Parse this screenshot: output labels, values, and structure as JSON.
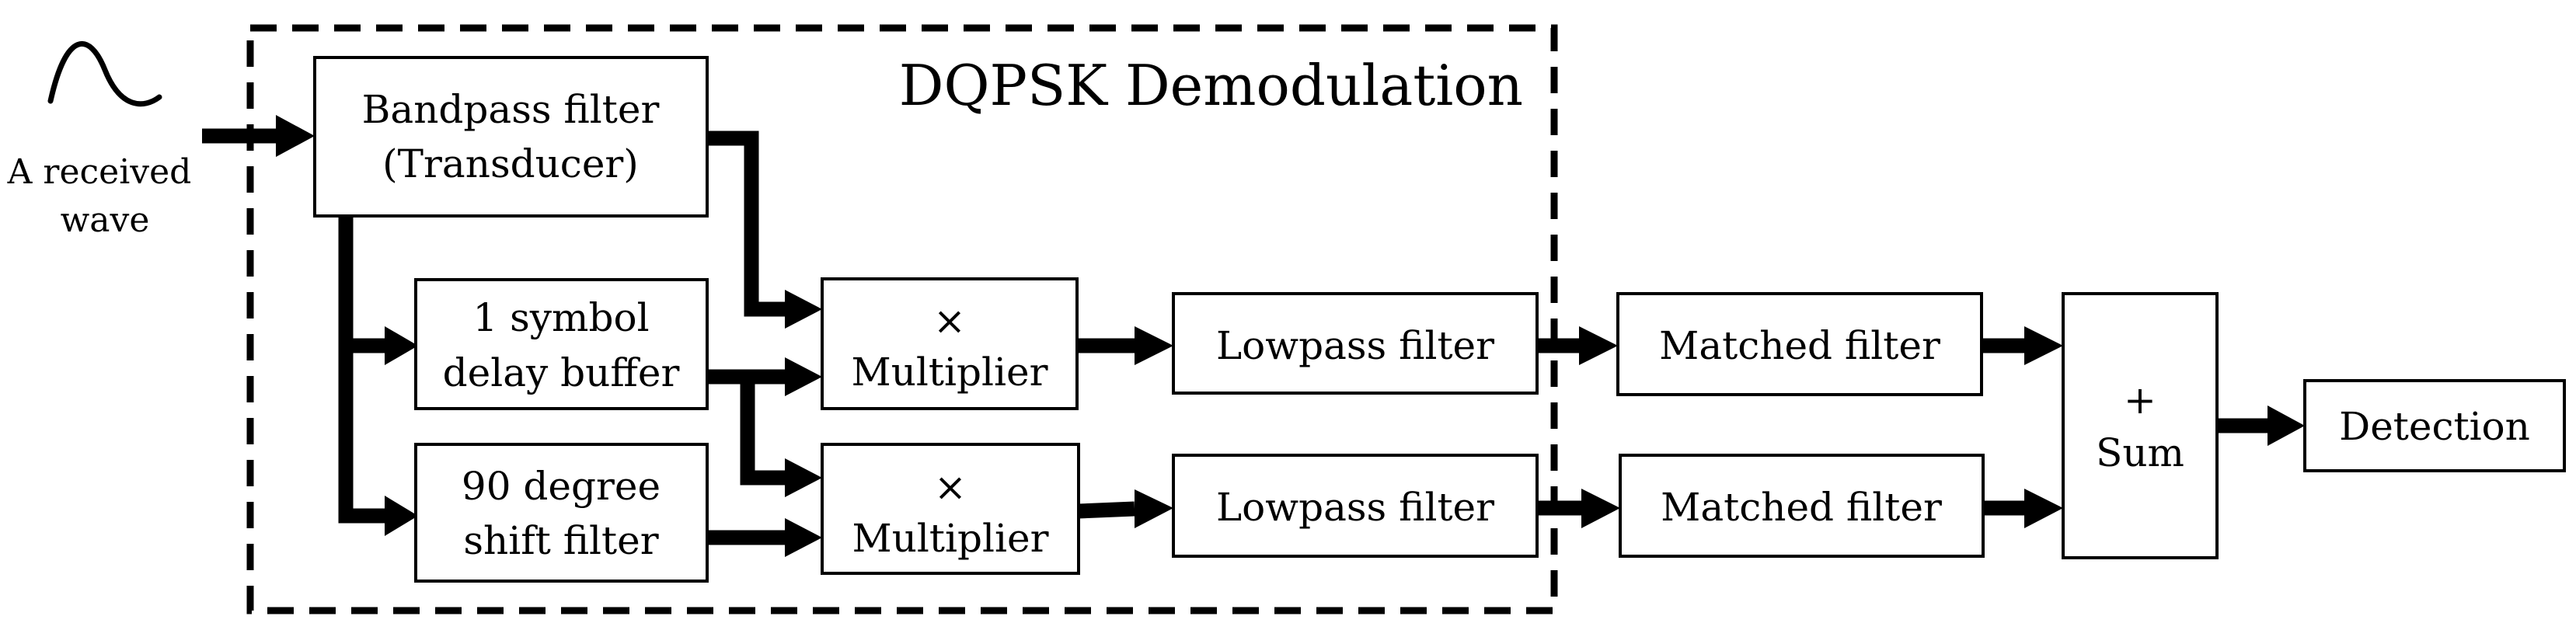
{
  "diagram": {
    "title": "DQPSK Demodulation",
    "input_label": [
      "A received",
      "wave"
    ],
    "boxes": {
      "bandpass": [
        "Bandpass filter",
        "(Transducer)"
      ],
      "delay": [
        "1 symbol",
        "delay buffer"
      ],
      "shift": [
        "90 degree",
        "shift filter"
      ],
      "mult1": [
        "×",
        "Multiplier"
      ],
      "mult2": [
        "×",
        "Multiplier"
      ],
      "lowpass1": [
        "Lowpass filter"
      ],
      "lowpass2": [
        "Lowpass filter"
      ],
      "matched1": [
        "Matched filter"
      ],
      "matched2": [
        "Matched filter"
      ],
      "sum": [
        "+",
        "Sum"
      ],
      "detection": [
        "Detection"
      ]
    }
  }
}
